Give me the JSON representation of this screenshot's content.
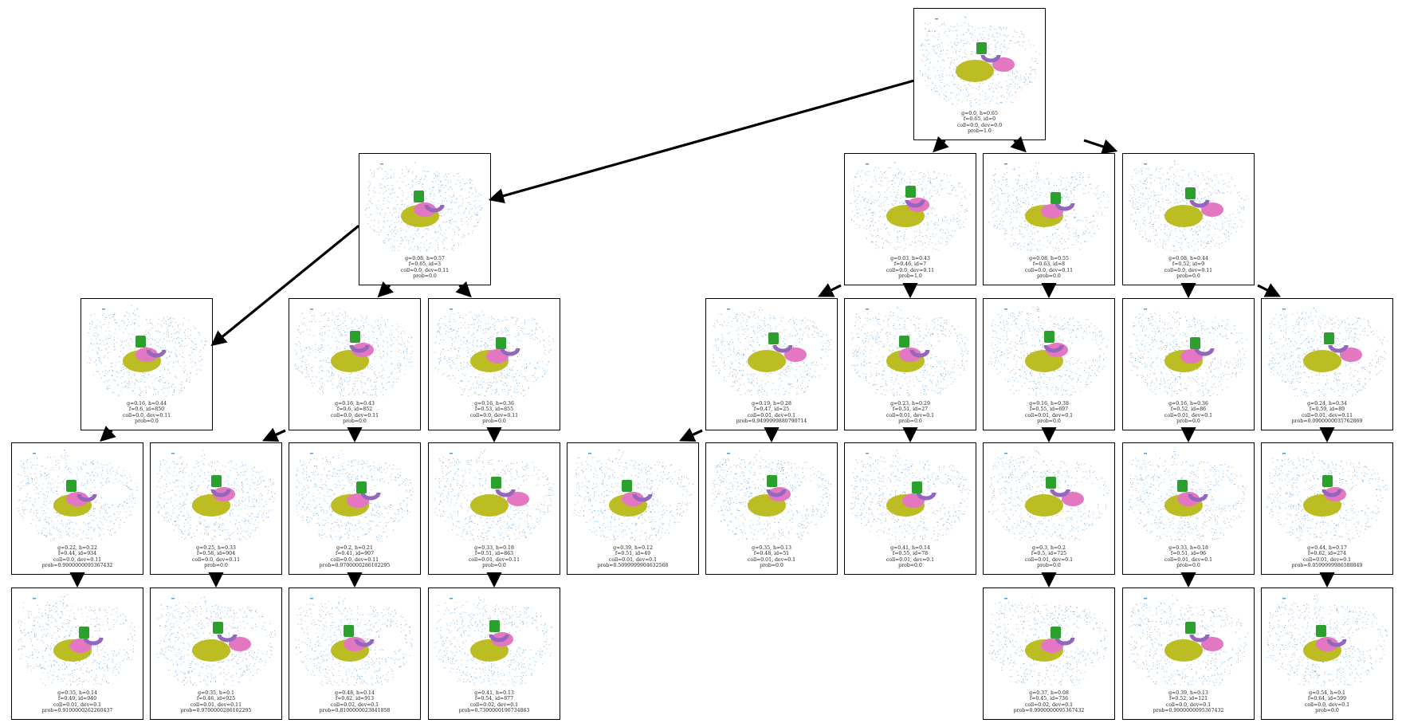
{
  "nodes": [
    {
      "id": "n0",
      "lines": [
        "g=0.0, h=0.65",
        "f=0.65, id=0",
        "coll=0.0, dev=0.0",
        "prob=1.0"
      ]
    },
    {
      "id": "n1",
      "lines": [
        "g=0.08, h=0.57",
        "f=0.65, id=3",
        "coll=0.0, dev=0.11",
        "prob=0.0"
      ]
    },
    {
      "id": "n2",
      "lines": [
        "g=0.03, h=0.43",
        "f=0.46, id=7",
        "coll=0.0, dev=0.11",
        "prob=1.0"
      ]
    },
    {
      "id": "n3",
      "lines": [
        "g=0.08, h=0.55",
        "f=0.63, id=8",
        "coll=0.0, dev=0.11",
        "prob=0.0"
      ]
    },
    {
      "id": "n4",
      "lines": [
        "g=0.08, h=0.44",
        "f=0.52, id=9",
        "coll=0.0, dev=0.11",
        "prob=0.0"
      ]
    },
    {
      "id": "n5",
      "lines": [
        "g=0.16, h=0.44",
        "f=0.6, id=850",
        "coll=0.0, dev=0.11",
        "prob=0.0"
      ]
    },
    {
      "id": "n6",
      "lines": [
        "g=0.16, h=0.43",
        "f=0.6, id=852",
        "coll=0.0, dev=0.11",
        "prob=0.0"
      ]
    },
    {
      "id": "n7",
      "lines": [
        "g=0.16, h=0.36",
        "f=0.53, id=855",
        "coll=0.0, dev=0.11",
        "prob=0.0"
      ]
    },
    {
      "id": "n8",
      "lines": [
        "g=0.19, h=0.28",
        "f=0.47, id=25",
        "coll=0.01, dev=0.1",
        "prob=0.9499999880790714"
      ]
    },
    {
      "id": "n9",
      "lines": [
        "g=0.23, h=0.29",
        "f=0.51, id=27",
        "coll=0.01, dev=0.1",
        "prob=0.0"
      ]
    },
    {
      "id": "n10",
      "lines": [
        "g=0.16, h=0.38",
        "f=0.55, id=697",
        "coll=0.01, dev=0.1",
        "prob=0.0"
      ]
    },
    {
      "id": "n11",
      "lines": [
        "g=0.16, h=0.36",
        "f=0.52, id=86",
        "coll=0.01, dev=0.1",
        "prob=0.0"
      ]
    },
    {
      "id": "n12",
      "lines": [
        "g=0.24, h=0.34",
        "f=0.59, id=89",
        "coll=0.01, dev=0.11",
        "prob=0.0900000035762869"
      ]
    },
    {
      "id": "n13",
      "lines": [
        "g=0.22, h=0.22",
        "f=0.44, id=934",
        "coll=0.0, dev=0.11",
        "prob=0.9900000095367432"
      ]
    },
    {
      "id": "n14",
      "lines": [
        "g=0.25, h=0.33",
        "f=0.58, id=904",
        "coll=0.0, dev=0.11",
        "prob=0.0"
      ]
    },
    {
      "id": "n15",
      "lines": [
        "g=0.2, h=0.21",
        "f=0.41, id=907",
        "coll=0.0, dev=0.11",
        "prob=0.9700000286102295"
      ]
    },
    {
      "id": "n16",
      "lines": [
        "g=0.33, h=0.18",
        "f=0.51, id=863",
        "coll=0.01, dev=0.11",
        "prob=0.0"
      ]
    },
    {
      "id": "n17",
      "lines": [
        "g=0.39, h=0.12",
        "f=0.51, id=49",
        "coll=0.01, dev=0.1",
        "prob=0.5099999904632568"
      ]
    },
    {
      "id": "n18",
      "lines": [
        "g=0.35, h=0.13",
        "f=0.48, id=51",
        "coll=0.01, dev=0.1",
        "prob=0.0"
      ]
    },
    {
      "id": "n19",
      "lines": [
        "g=0.41, h=0.14",
        "f=0.55, id=78",
        "coll=0.01, dev=0.1",
        "prob=0.0"
      ]
    },
    {
      "id": "n20",
      "lines": [
        "g=0.3, h=0.2",
        "f=0.5, id=725",
        "coll=0.01, dev=0.1",
        "prob=0.0"
      ]
    },
    {
      "id": "n21",
      "lines": [
        "g=0.33, h=0.18",
        "f=0.51, id=96",
        "coll=0.01, dev=0.1",
        "prob=0.0"
      ]
    },
    {
      "id": "n22",
      "lines": [
        "g=0.44, h=0.17",
        "f=0.62, id=274",
        "coll=0.01, dev=0.1",
        "prob=0.0599999986588849"
      ]
    },
    {
      "id": "n23",
      "lines": [
        "g=0.35, h=0.14",
        "f=0.49, id=940",
        "coll=0.01, dev=0.1",
        "prob=0.9100000262260437"
      ]
    },
    {
      "id": "n24",
      "lines": [
        "g=0.35, h=0.1",
        "f=0.46, id=925",
        "coll=0.01, dev=0.11",
        "prob=0.9700000286102295"
      ]
    },
    {
      "id": "n25",
      "lines": [
        "g=0.48, h=0.14",
        "f=0.62, id=913",
        "coll=0.02, dev=0.1",
        "prob=0.8100000023841858"
      ]
    },
    {
      "id": "n26",
      "lines": [
        "g=0.41, h=0.13",
        "f=0.54, id=877",
        "coll=0.02, dev=0.1",
        "prob=0.7300000190734863"
      ]
    },
    {
      "id": "n27",
      "lines": [
        "g=0.37, h=0.08",
        "f=0.45, id=736",
        "coll=0.02, dev=0.1",
        "prob=0.9900000095367432"
      ]
    },
    {
      "id": "n28",
      "lines": [
        "g=0.39, h=0.13",
        "f=0.52, id=121",
        "coll=0.0, dev=0.1",
        "prob=0.9900000095367432"
      ]
    },
    {
      "id": "n29",
      "lines": [
        "g=0.54, h=0.1",
        "f=0.64, id=599",
        "coll=0.0, dev=0.1",
        "prob=0.0"
      ]
    }
  ],
  "edges": [
    [
      "n0",
      "n1"
    ],
    [
      "n0",
      "n2"
    ],
    [
      "n0",
      "n3"
    ],
    [
      "n0",
      "n4"
    ],
    [
      "n1",
      "n5"
    ],
    [
      "n1",
      "n6"
    ],
    [
      "n1",
      "n7"
    ],
    [
      "n2",
      "n8"
    ],
    [
      "n2",
      "n9"
    ],
    [
      "n3",
      "n10"
    ],
    [
      "n4",
      "n11"
    ],
    [
      "n4",
      "n12"
    ],
    [
      "n5",
      "n13"
    ],
    [
      "n6",
      "n14"
    ],
    [
      "n6",
      "n15"
    ],
    [
      "n7",
      "n16"
    ],
    [
      "n8",
      "n17"
    ],
    [
      "n8",
      "n18"
    ],
    [
      "n9",
      "n19"
    ],
    [
      "n10",
      "n20"
    ],
    [
      "n11",
      "n21"
    ],
    [
      "n12",
      "n22"
    ],
    [
      "n13",
      "n23"
    ],
    [
      "n14",
      "n24"
    ],
    [
      "n15",
      "n25"
    ],
    [
      "n16",
      "n26"
    ],
    [
      "n20",
      "n27"
    ],
    [
      "n21",
      "n28"
    ],
    [
      "n22",
      "n29"
    ]
  ],
  "colors": {
    "pointcloud": "#5b9bd5",
    "bowl_green": "#2ca02c",
    "ring_purple": "#9467bd",
    "pink_object": "#e377c2",
    "plate_olive": "#bcbd22",
    "edge": "#000000"
  }
}
